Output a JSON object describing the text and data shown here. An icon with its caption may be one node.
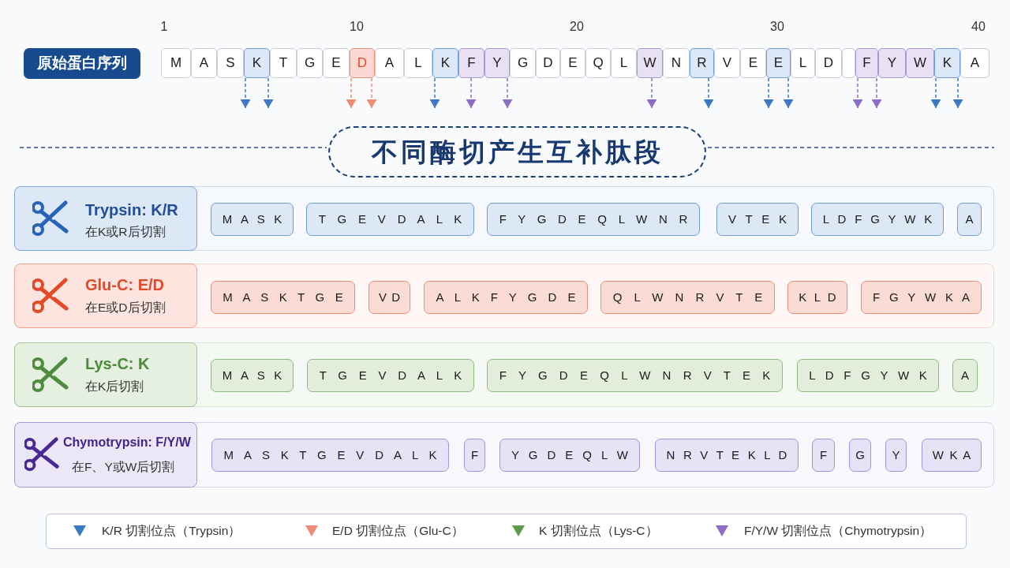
{
  "diagram": {
    "title": "不同酶切产生互补肽段",
    "nodes": [
      {
        "text": [
          "原始蛋白序列"
        ]
      },
      {
        "text": [
          "M"
        ]
      },
      {
        "text": [
          "A"
        ]
      },
      {
        "text": [
          "S"
        ]
      },
      {
        "text": [
          "K"
        ]
      },
      {
        "text": [
          "T"
        ]
      },
      {
        "text": [
          "G"
        ]
      },
      {
        "text": [
          "E"
        ]
      },
      {
        "text": [
          "D"
        ]
      },
      {
        "text": [
          "A"
        ]
      },
      {
        "text": [
          "L"
        ]
      },
      {
        "text": [
          "K"
        ]
      },
      {
        "text": [
          "F"
        ]
      },
      {
        "text": [
          "Y"
        ]
      },
      {
        "text": [
          "G"
        ]
      },
      {
        "text": [
          "D"
        ]
      },
      {
        "text": [
          "E"
        ]
      },
      {
        "text": [
          "Q"
        ]
      },
      {
        "text": [
          "L"
        ]
      },
      {
        "text": [
          "W"
        ]
      },
      {
        "text": [
          "N"
        ]
      },
      {
        "text": [
          "R"
        ]
      },
      {
        "text": [
          "V"
        ]
      },
      {
        "text": [
          "E"
        ]
      },
      {
        "text": [
          "E"
        ]
      },
      {
        "text": [
          "L"
        ]
      },
      {
        "text": [
          "D"
        ]
      },
      {
        "text": [],
        "shape": "box"
      },
      {
        "text": [
          "F"
        ]
      },
      {
        "text": [
          "Y"
        ]
      },
      {
        "text": [
          "W"
        ]
      },
      {
        "text": [
          "K"
        ]
      },
      {
        "text": [
          "A"
        ]
      },
      {
        "text": [],
        "shape": "box"
      },
      {
        "text": [
          "Trypsin: K/R",
          "在K或R后切割"
        ],
        "in": 33
      },
      {
        "text": [
          "M A S K"
        ],
        "in": 33
      },
      {
        "text": [
          "T G E V D A L K"
        ],
        "in": 33
      },
      {
        "text": [
          "F Y G D E Q L W N R"
        ],
        "in": 33
      },
      {
        "text": [
          "V T E K"
        ],
        "in": 33
      },
      {
        "text": [
          "L D F G Y W K"
        ],
        "in": 33
      },
      {
        "text": [
          "A"
        ],
        "in": 33
      },
      {
        "text": [],
        "shape": "box"
      },
      {
        "text": [
          "Glu-C: E/D",
          "在E或D后切割"
        ],
        "in": 41
      },
      {
        "text": [
          "M A S K T G E"
        ],
        "in": 41
      },
      {
        "text": [
          "V D"
        ],
        "in": 41
      },
      {
        "text": [
          "A L K F Y G D E"
        ],
        "in": 41
      },
      {
        "text": [
          "Q L W N R V T E"
        ],
        "in": 41
      },
      {
        "text": [
          "K L D"
        ],
        "in": 41
      },
      {
        "text": [
          "F G Y W K A"
        ],
        "in": 41
      },
      {
        "text": [],
        "shape": "box"
      },
      {
        "text": [
          "Lys-C: K",
          "在K后切割"
        ],
        "in": 49
      },
      {
        "text": [
          "M A S K"
        ],
        "in": 49
      },
      {
        "text": [
          "T G E V D A L K"
        ],
        "in": 49
      },
      {
        "text": [
          "F Y G D E Q L W N R V T E K"
        ],
        "in": 49
      },
      {
        "text": [
          "L D F G Y W K"
        ],
        "in": 49
      },
      {
        "text": [
          "A"
        ],
        "in": 49
      },
      {
        "text": [],
        "shape": "box"
      },
      {
        "text": [
          "Chymotrypsin: F/Y/W",
          "在F、Y或W后切割"
        ],
        "in": 56
      },
      {
        "text": [
          "M A S K T G E V D A L K"
        ],
        "in": 56
      },
      {
        "text": [
          "F"
        ],
        "in": 56
      },
      {
        "text": [
          "Y G D E Q L W"
        ],
        "in": 56
      },
      {
        "text": [
          "N R V T E K L D"
        ],
        "in": 56
      },
      {
        "text": [
          "F"
        ],
        "in": 56
      },
      {
        "text": [
          "G"
        ],
        "in": 56
      },
      {
        "text": [
          "Y"
        ],
        "in": 56
      },
      {
        "text": [
          "W K A"
        ],
        "in": 56
      }
    ],
    "edges": [
      {
        "from": 4,
        "to": null,
        "arrow": "to",
        "style": "dashed"
      },
      {
        "from": 4,
        "to": null,
        "arrow": "to",
        "style": "dashed"
      },
      {
        "from": 8,
        "to": null,
        "arrow": "to",
        "style": "dashed",
        "color": "#ef8a74"
      },
      {
        "from": 8,
        "to": null,
        "arrow": "to",
        "style": "dashed",
        "color": "#ef8a74"
      },
      {
        "from": 11,
        "to": null,
        "arrow": "to",
        "style": "dashed"
      },
      {
        "from": 12,
        "to": null,
        "arrow": "to",
        "style": "dashed",
        "color": "#8c6cc4"
      },
      {
        "from": 13,
        "to": null,
        "arrow": "to",
        "style": "dashed",
        "color": "#8c6cc4"
      },
      {
        "from": 19,
        "to": null,
        "arrow": "to",
        "style": "dashed",
        "color": "#8c6cc4"
      },
      {
        "from": 21,
        "to": null,
        "arrow": "to",
        "style": "dashed"
      },
      {
        "from": 24,
        "to": null,
        "arrow": "to",
        "style": "dashed"
      },
      {
        "from": 24,
        "to": null,
        "arrow": "to",
        "style": "dashed"
      },
      {
        "from": 28,
        "to": null,
        "arrow": "to",
        "style": "dashed",
        "color": "#8c6cc4"
      },
      {
        "from": 28,
        "to": null,
        "arrow": "to",
        "style": "dashed",
        "color": "#8c6cc4"
      },
      {
        "from": 31,
        "to": null,
        "arrow": "to",
        "style": "dashed"
      },
      {
        "from": 31,
        "to": null,
        "arrow": "to",
        "style": "dashed"
      }
    ],
    "labels": [
      "1",
      "10",
      "20",
      "30",
      "40"
    ],
    "legend": [
      {
        "text": "K/R 切割位点（Trypsin）",
        "color": "#3b78c6"
      },
      {
        "text": "E/D 切割位点（Glu-C）",
        "color": "#ef8a74"
      },
      {
        "text": "K 切割位点（Lys-C）",
        "color": "#5e9a4c"
      },
      {
        "text": "F/Y/W 切割位点（Chymotrypsin）",
        "color": "#8c6cc4"
      }
    ]
  }
}
